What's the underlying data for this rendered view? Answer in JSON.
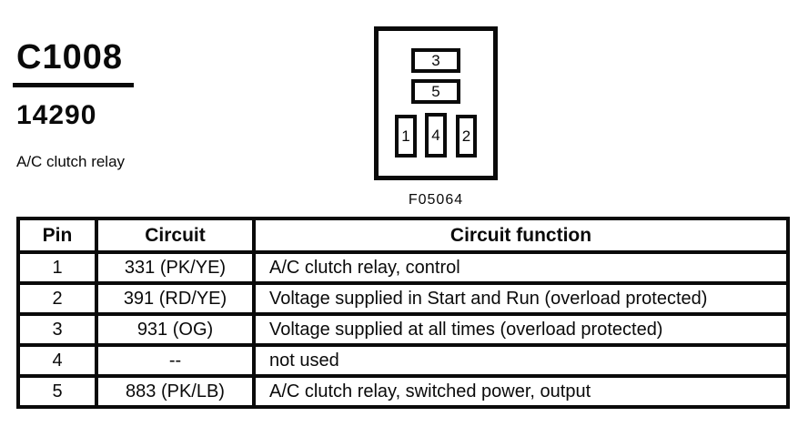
{
  "header": {
    "connector_id": "C1008",
    "part_number": "14290",
    "description": "A/C clutch relay"
  },
  "connector": {
    "cavities": [
      {
        "id": "3",
        "orientation": "horizontal"
      },
      {
        "id": "5",
        "orientation": "horizontal"
      },
      {
        "id": "1",
        "orientation": "vertical"
      },
      {
        "id": "4",
        "orientation": "vertical"
      },
      {
        "id": "2",
        "orientation": "vertical"
      }
    ]
  },
  "figure": {
    "label": "F05064"
  },
  "table": {
    "headers": [
      "Pin",
      "Circuit",
      "Circuit function"
    ],
    "rows": [
      {
        "pin": "1",
        "circuit": "331 (PK/YE)",
        "function": "A/C clutch relay, control"
      },
      {
        "pin": "2",
        "circuit": "391 (RD/YE)",
        "function": "Voltage supplied in Start and Run (overload protected)"
      },
      {
        "pin": "3",
        "circuit": "931 (OG)",
        "function": "Voltage supplied at all times (overload protected)"
      },
      {
        "pin": "4",
        "circuit": "--",
        "function": "not used"
      },
      {
        "pin": "5",
        "circuit": "883 (PK/LB)",
        "function": "A/C clutch relay, switched power, output"
      }
    ]
  },
  "colors": {
    "ink": "#0a0a0a",
    "paper": "#ffffff"
  }
}
